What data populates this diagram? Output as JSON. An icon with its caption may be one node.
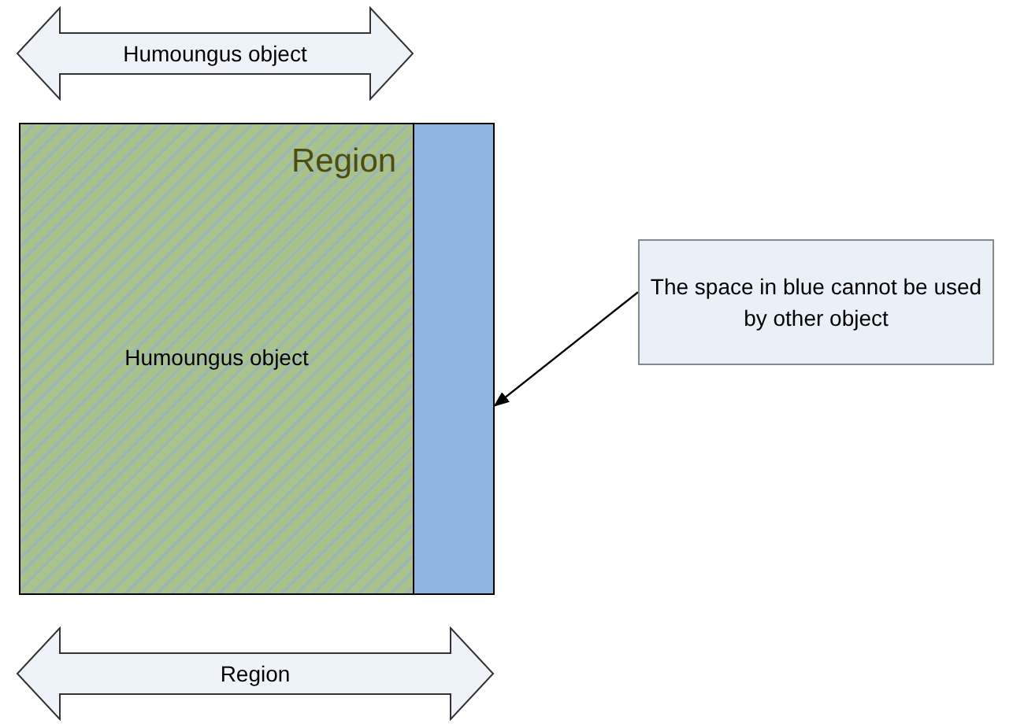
{
  "diagram": {
    "nodes": [
      {
        "text": [
          "Humoungus object"
        ]
      },
      {
        "text": [
          "Region"
        ]
      },
      {
        "text": [
          "Humoungus object"
        ],
        "in": 1
      },
      {
        "text": [],
        "shape": "box",
        "in": 1
      },
      {
        "text": [
          "The space in blue cannot be used by other object"
        ]
      },
      {
        "text": [
          "Region"
        ]
      }
    ],
    "edges": [
      {
        "from": 4,
        "to": 3,
        "arrow": "to"
      }
    ]
  }
}
